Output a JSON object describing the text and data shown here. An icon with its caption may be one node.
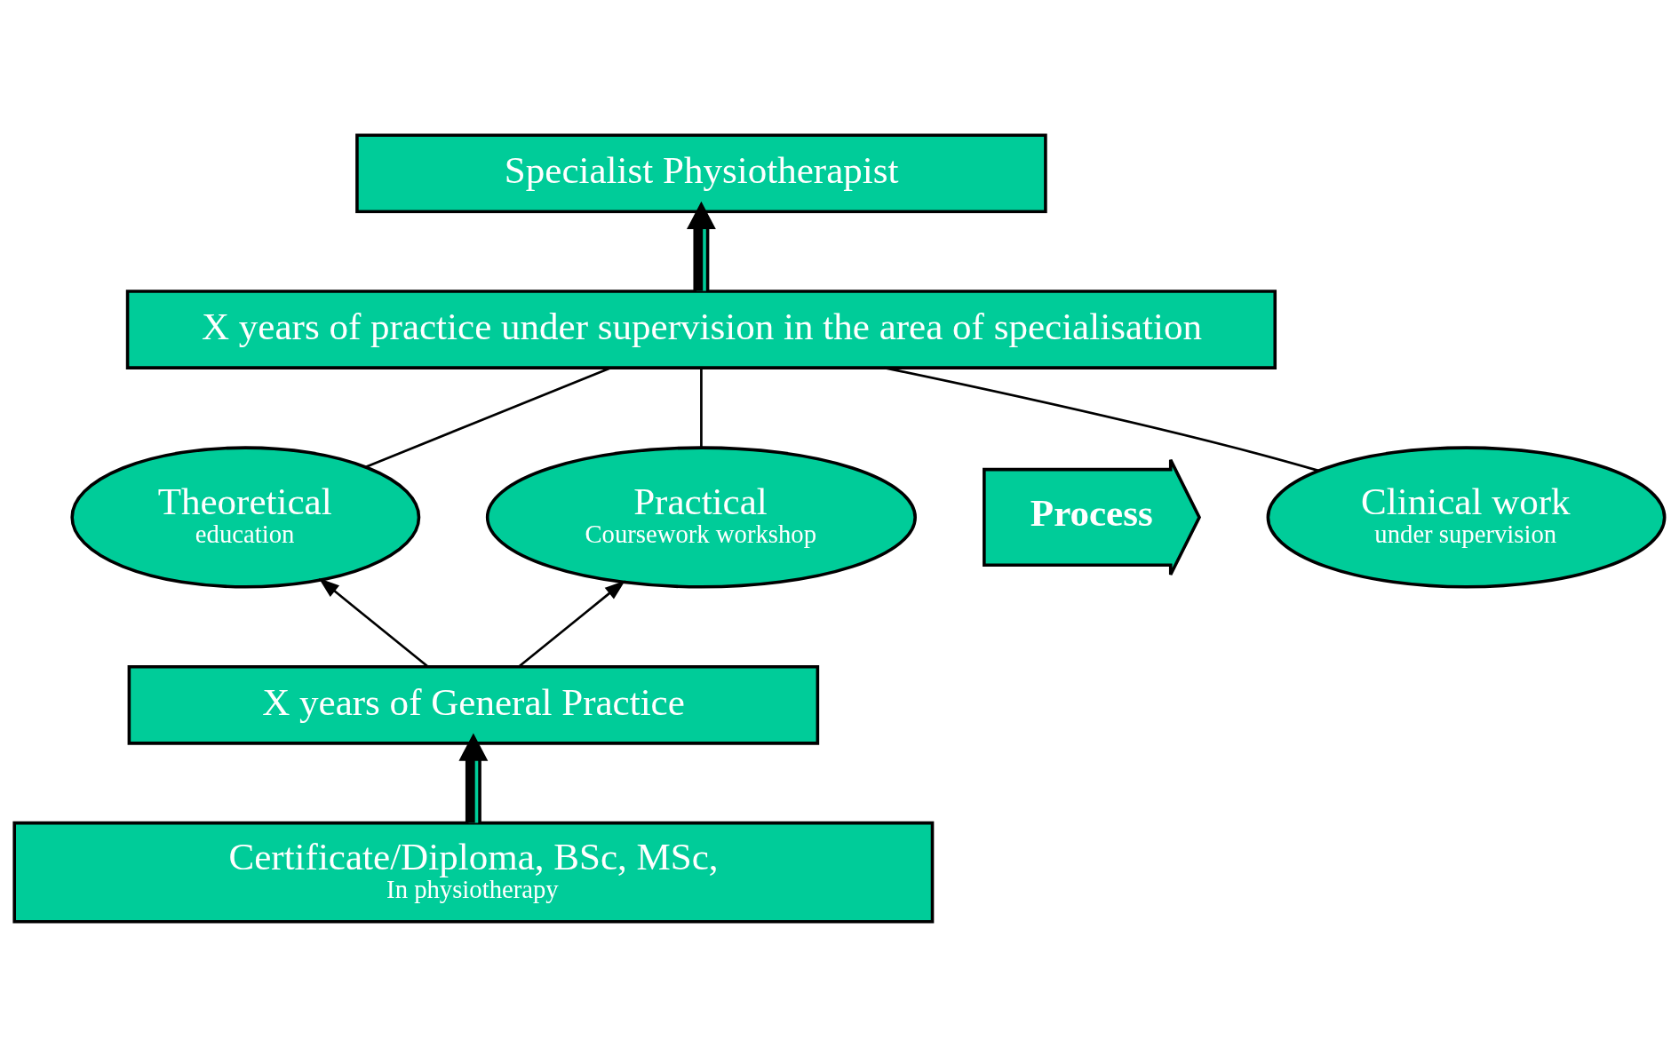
{
  "diagram": {
    "nodes": [
      {
        "text": [
          "Specialist Physiotherapist"
        ]
      },
      {
        "text": [
          "X years of practice under supervision in the area of specialisation"
        ]
      },
      {
        "text": [
          "Theoretical",
          "education"
        ]
      },
      {
        "text": [
          "Clinical work",
          "under supervision"
        ]
      },
      {
        "text": [
          "Practical",
          "Coursework workshop"
        ]
      },
      {
        "text": [
          "X years of General Practice"
        ]
      },
      {
        "text": [
          "Certificate/Diploma, BSc, MSc,",
          "In physiotherapy"
        ]
      }
    ],
    "edges": [
      {
        "from": 1,
        "to": 0,
        "arrow": "to",
        "style": "thick"
      },
      {
        "from": 2,
        "to": 1,
        "arrow": "none"
      },
      {
        "from": 3,
        "to": 1,
        "arrow": "none"
      },
      {
        "from": 4,
        "to": 1,
        "arrow": "none"
      },
      {
        "from": 5,
        "to": 2,
        "arrow": "to"
      },
      {
        "from": 5,
        "to": 4,
        "arrow": "to"
      },
      {
        "from": 6,
        "to": 5,
        "arrow": "to",
        "style": "thick"
      }
    ],
    "labels": [
      "Process"
    ]
  }
}
